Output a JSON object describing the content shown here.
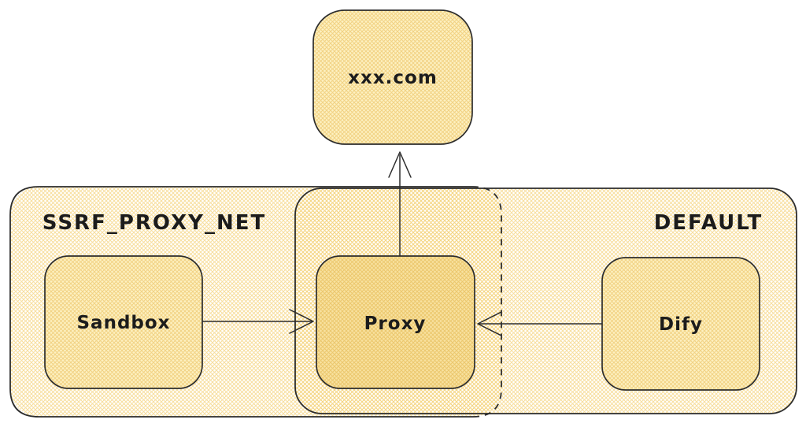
{
  "diagram": {
    "external_node": {
      "label": "xxx.com"
    },
    "networks": [
      {
        "label": "SSRF_PROXY_NET",
        "members": [
          "Sandbox",
          "Proxy"
        ]
      },
      {
        "label": "DEFAULT",
        "members": [
          "Proxy",
          "Dify"
        ]
      }
    ],
    "nodes": [
      {
        "label": "xxx.com"
      },
      {
        "label": "Sandbox"
      },
      {
        "label": "Proxy"
      },
      {
        "label": "Dify"
      }
    ],
    "edges": [
      {
        "from": "Sandbox",
        "to": "Proxy"
      },
      {
        "from": "Dify",
        "to": "Proxy"
      },
      {
        "from": "Proxy",
        "to": "xxx.com"
      }
    ],
    "colors": {
      "canvas": "#ffffff",
      "stroke": "#2d2d2d",
      "hatch": "#f4d27c",
      "node_fill": "#fdf1c2",
      "proxy_node_fill": "#f8e2a0"
    }
  }
}
